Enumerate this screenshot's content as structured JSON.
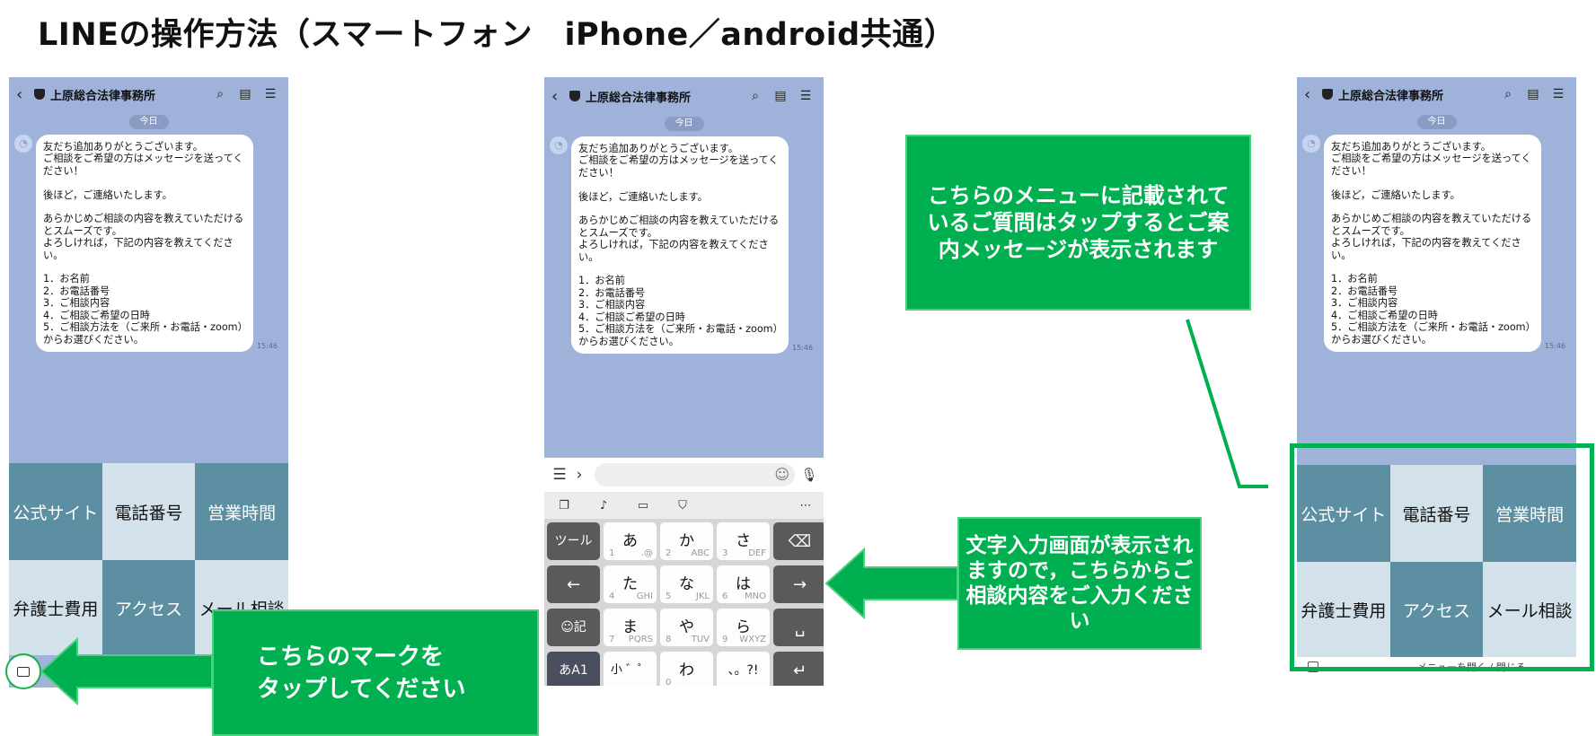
{
  "page_title": "LINEの操作方法（スマートフォン　iPhone／android共通）",
  "chat": {
    "title": "上原総合法律事務所",
    "date": "今日",
    "message": "友だち追加ありがとうございます。\nご相談をご希望の方はメッセージを送ってください！\n\n後ほど，ご連絡いたします。\n\nあらかじめご相談の内容を教えていただけるとスムーズです。\nよろしければ，下記の内容を教えてください。\n\n1．お名前\n2．お電話番号\n3．ご相談内容\n4．ご相談ご希望の日時\n5．ご相談方法を（ご来所・お電話・zoom）からお選びください。",
    "time": "15:46"
  },
  "rich_menu": [
    "公式サイト",
    "電話番号",
    "営業時間",
    "弁護士費用",
    "アクセス",
    "メール相談"
  ],
  "menu_bar_text": "メニューを開く / 閉じる",
  "keyboard": {
    "tool_key": "ツール",
    "emoji_key": "☺記",
    "mode_key": "あA1",
    "keys": [
      {
        "big": "あ",
        "n": "1",
        "sub": ".@"
      },
      {
        "big": "か",
        "n": "2",
        "sub": "ABC"
      },
      {
        "big": "さ",
        "n": "3",
        "sub": "DEF"
      },
      {
        "big": "た",
        "n": "4",
        "sub": "GHI"
      },
      {
        "big": "な",
        "n": "5",
        "sub": "JKL"
      },
      {
        "big": "は",
        "n": "6",
        "sub": "MNO"
      },
      {
        "big": "ま",
        "n": "7",
        "sub": "PQRS"
      },
      {
        "big": "や",
        "n": "8",
        "sub": "TUV"
      },
      {
        "big": "ら",
        "n": "9",
        "sub": "WXYZ"
      },
      {
        "big": "小 ゛゜",
        "n": "",
        "sub": ""
      },
      {
        "big": "わ",
        "n": "0",
        "sub": "_"
      },
      {
        "big": "、。?!",
        "n": "",
        "sub": ""
      }
    ]
  },
  "callouts": {
    "menu_info": "こちらのメニューに記載されているご質問はタップするとご案内メッセージが表示されます",
    "input_info": "文字入力画面が表示されますので，こちらからご相談内容をご入力ください",
    "tap_mark": "こちらのマークを\nタップしてください"
  },
  "colors": {
    "accent_green": "#00b050",
    "chat_bg": "#9fb3da",
    "menu_dark": "#5d8fa3",
    "menu_light": "#d2e1ea"
  }
}
